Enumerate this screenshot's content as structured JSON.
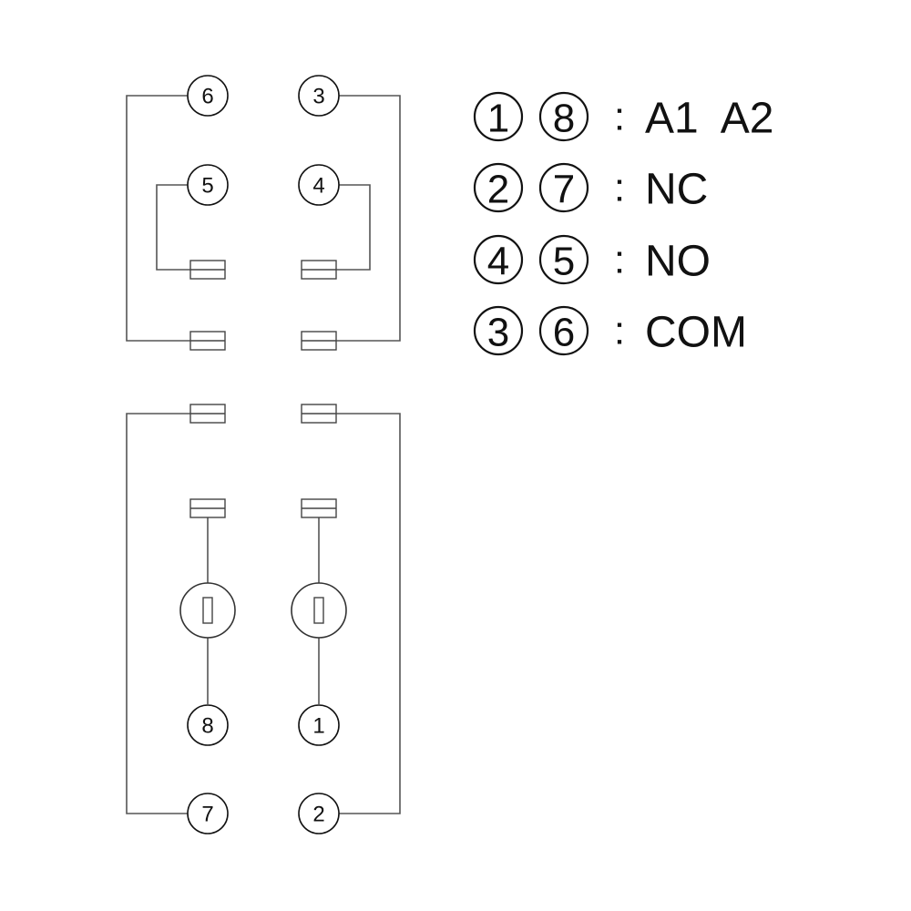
{
  "pins": {
    "p6": "6",
    "p3": "3",
    "p5": "5",
    "p4": "4",
    "p8": "8",
    "p1": "1",
    "p7": "7",
    "p2": "2"
  },
  "legend": [
    {
      "a": "1",
      "b": "8",
      "sep": ":",
      "text": "A1  A2"
    },
    {
      "a": "2",
      "b": "7",
      "sep": ":",
      "text": "NC"
    },
    {
      "a": "4",
      "b": "5",
      "sep": ":",
      "text": "NO"
    },
    {
      "a": "3",
      "b": "6",
      "sep": ":",
      "text": "COM"
    }
  ],
  "colors": {
    "line": "#555555",
    "ink": "#111111",
    "background": "#ffffff"
  }
}
